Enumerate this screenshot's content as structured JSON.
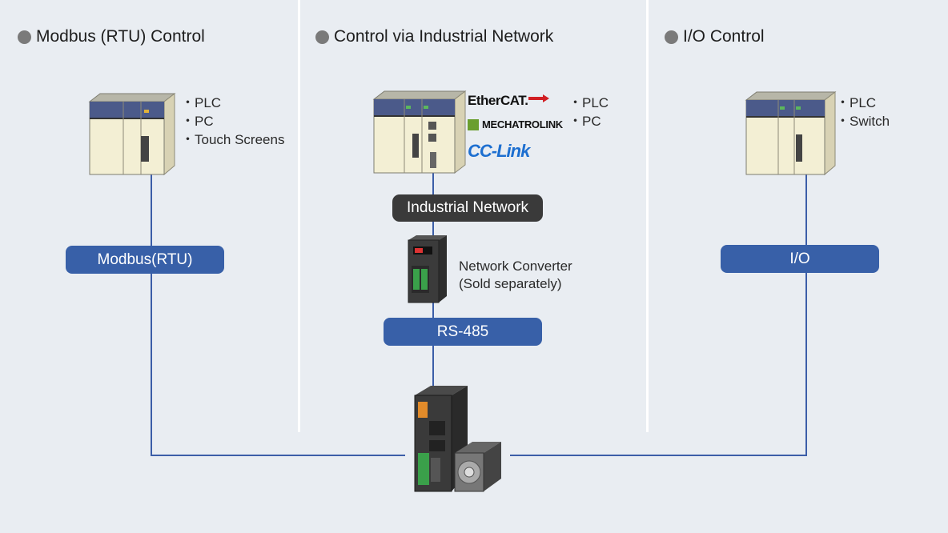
{
  "sections": [
    {
      "title": "Modbus (RTU) Control",
      "devices": [
        "・PLC",
        "・PC",
        "・Touch Screens"
      ],
      "bus_label": "Modbus(RTU)"
    },
    {
      "title": "Control via Industrial Network",
      "devices": [
        "・PLC",
        "・PC"
      ],
      "network_logos": [
        "EtherCAT.",
        "MECHATROLINK",
        "CC-Link"
      ],
      "network_label": "Industrial Network",
      "converter_note": [
        "Network Converter",
        "(Sold separately)"
      ],
      "bus_label": "RS-485"
    },
    {
      "title": "I/O Control",
      "devices": [
        "・PLC",
        "・Switch"
      ],
      "bus_label": "I/O"
    }
  ],
  "colors": {
    "background": "#e9edf2",
    "line": "#3c5ea8",
    "pill": "#3860a8",
    "dark_pill": "#3a3a3a",
    "bullet": "#7a7a7a"
  }
}
